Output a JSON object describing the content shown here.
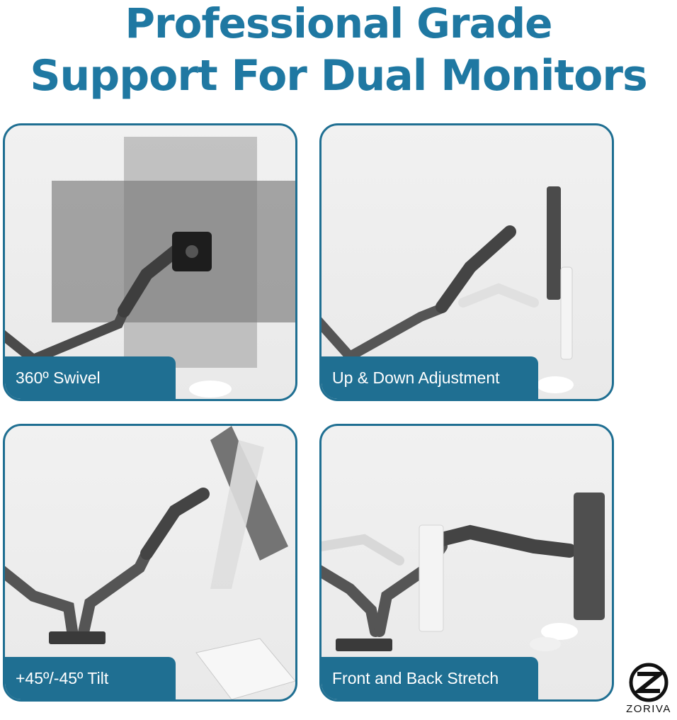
{
  "headline": {
    "line1": "Professional Grade",
    "line2": "Support For Dual Monitors"
  },
  "colors": {
    "title": "#1f78a2",
    "panel_border": "#1f6f92",
    "label_bg": "#1f6f92",
    "label_text": "#ffffff"
  },
  "panels": [
    {
      "label": "360º Swivel"
    },
    {
      "label": "Up & Down Adjustment"
    },
    {
      "label": "+45º/-45º Tilt"
    },
    {
      "label": "Front and Back Stretch"
    }
  ],
  "logo": {
    "icon": "zoriva-z-logo",
    "brand": "ZORIVA"
  }
}
